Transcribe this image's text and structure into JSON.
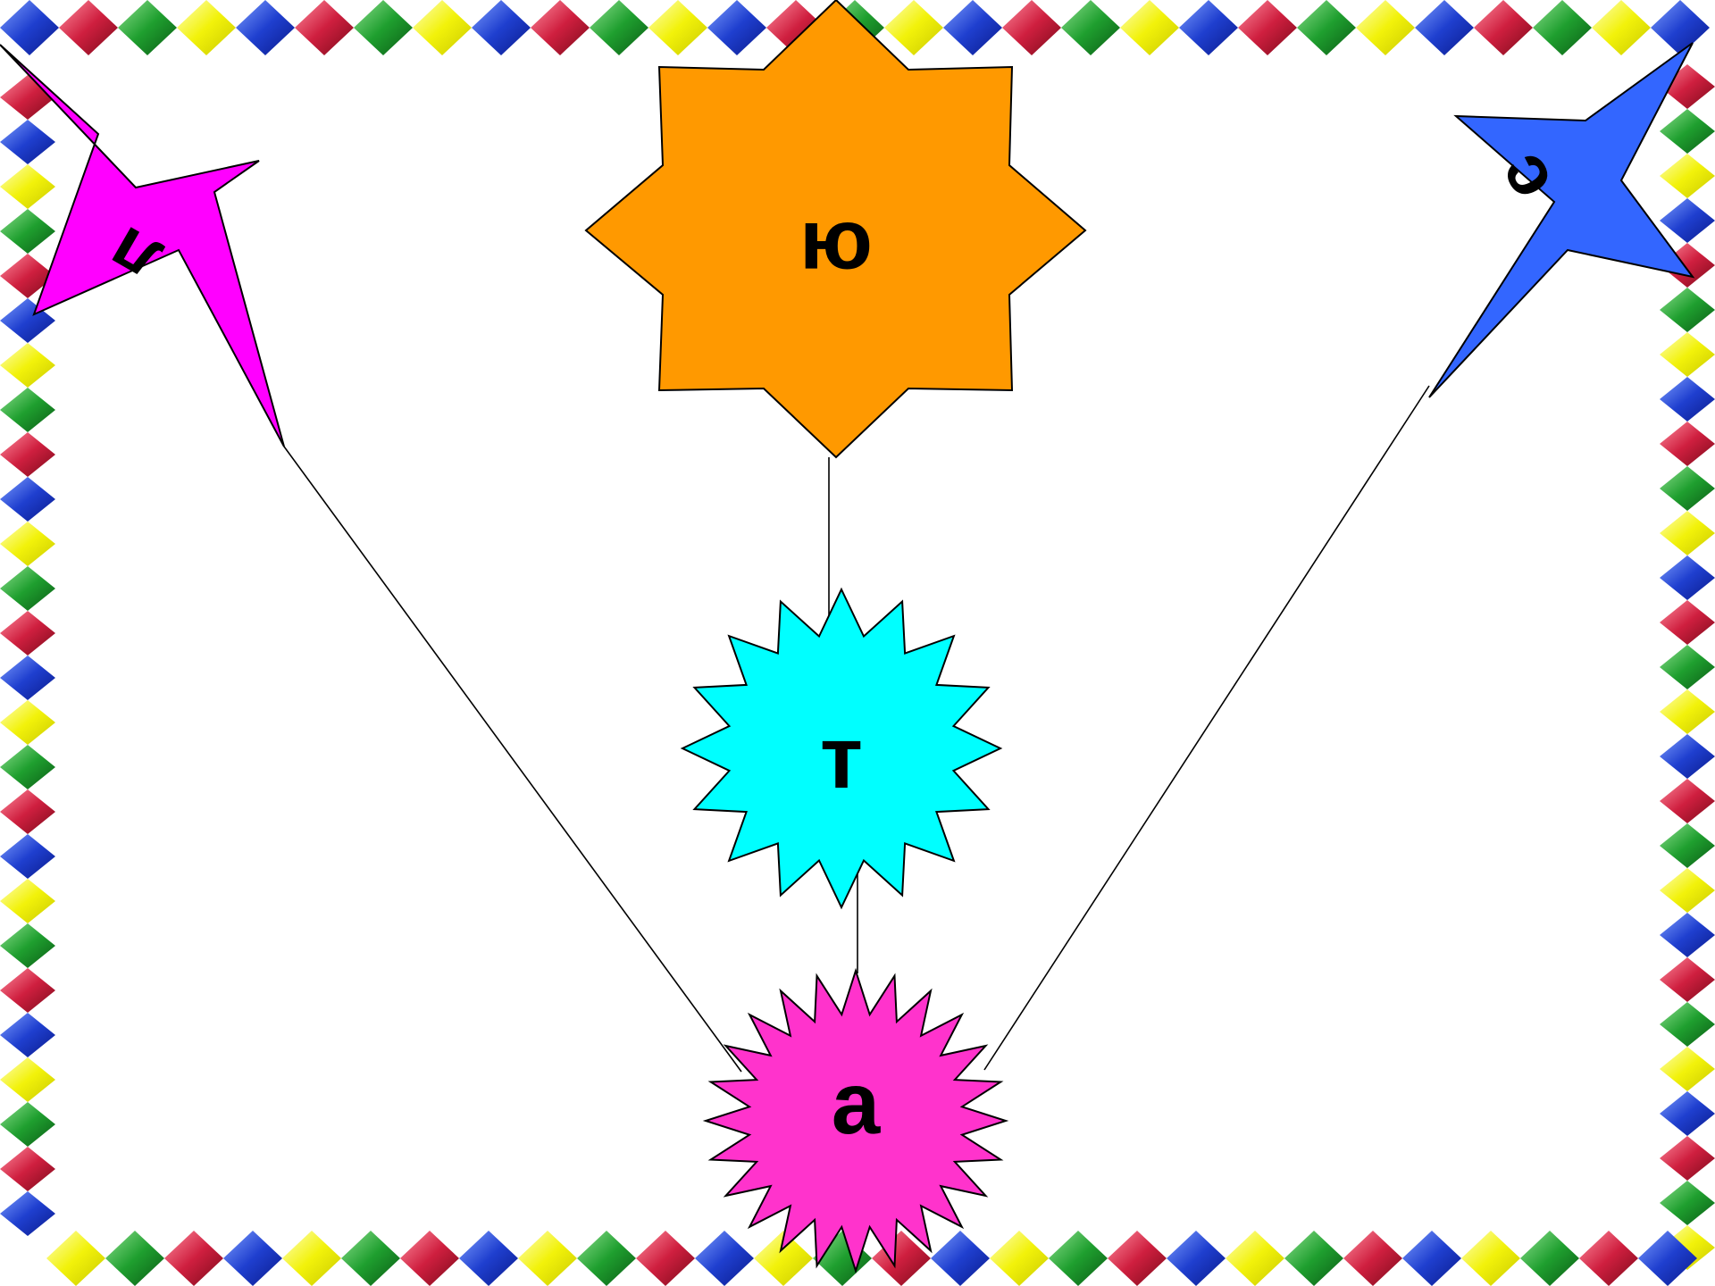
{
  "slide": {
    "background_color": "#ffffff",
    "border": {
      "pattern": "diamond-garland",
      "colors": [
        "#1f3fcf",
        "#cf1f3f",
        "#1f9f2f",
        "#f2f20a"
      ]
    },
    "shapes": [
      {
        "id": "star-l",
        "letter": "л",
        "shape": "4-point-star",
        "fill": "#ff00ff"
      },
      {
        "id": "star-yu",
        "letter": "ю",
        "shape": "8-point-star",
        "fill": "#ff9900"
      },
      {
        "id": "star-s",
        "letter": "с",
        "shape": "4-point-star",
        "fill": "#3366ff"
      },
      {
        "id": "star-t",
        "letter": "т",
        "shape": "16-point-star",
        "fill": "#00ffff"
      },
      {
        "id": "star-a",
        "letter": "а",
        "shape": "24-point-star",
        "fill": "#ff33cc"
      }
    ],
    "connectors": [
      {
        "from": "star-l",
        "to": "star-a"
      },
      {
        "from": "star-yu",
        "to": "star-t"
      },
      {
        "from": "star-t",
        "to": "star-a"
      },
      {
        "from": "star-s",
        "to": "star-a"
      }
    ]
  }
}
